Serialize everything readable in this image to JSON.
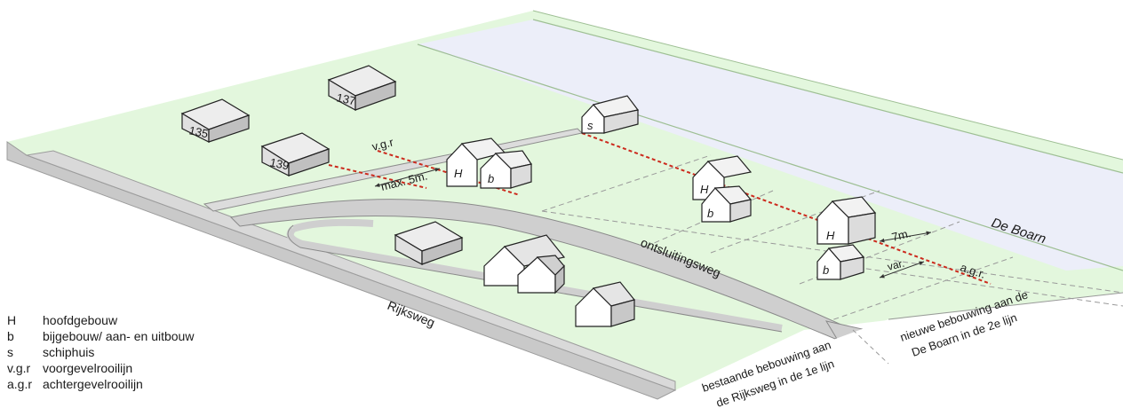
{
  "houses": {
    "h135": "135",
    "h137": "137",
    "h139": "139"
  },
  "building_letters": {
    "H": "H",
    "b": "b",
    "s": "s"
  },
  "labels": {
    "vgr": "v.g.r",
    "max5m": "max. 5m.",
    "agr": "a.g.r.",
    "m7": "7m.",
    "var": "var.",
    "de_boarn": "De Boarn",
    "ontsluitingsweg": "ontsluitingsweg",
    "rijksweg": "Rijksweg",
    "bestaande_line1": "bestaande bebouwing aan",
    "bestaande_line2": "de Rijksweg in de 1e lijn",
    "nieuwe_line1": "nieuwe bebouwing  aan de",
    "nieuwe_line2": "De Boarn in de 2e lijn"
  },
  "legend": [
    {
      "code": "H",
      "desc": "hoofdgebouw"
    },
    {
      "code": "b",
      "desc": "bijgebouw/ aan- en uitbouw"
    },
    {
      "code": "s",
      "desc": "schiphuis"
    },
    {
      "code": "v.g.r",
      "desc": "voorgevelrooilijn"
    },
    {
      "code": "a.g.r",
      "desc": "achtergevelrooilijn"
    }
  ],
  "colors": {
    "grass": "#e3f7dd",
    "water": "#eceef9",
    "road": "#c8c8c8",
    "building": "#ffffff",
    "dashed_red": "#cc2a1d"
  }
}
